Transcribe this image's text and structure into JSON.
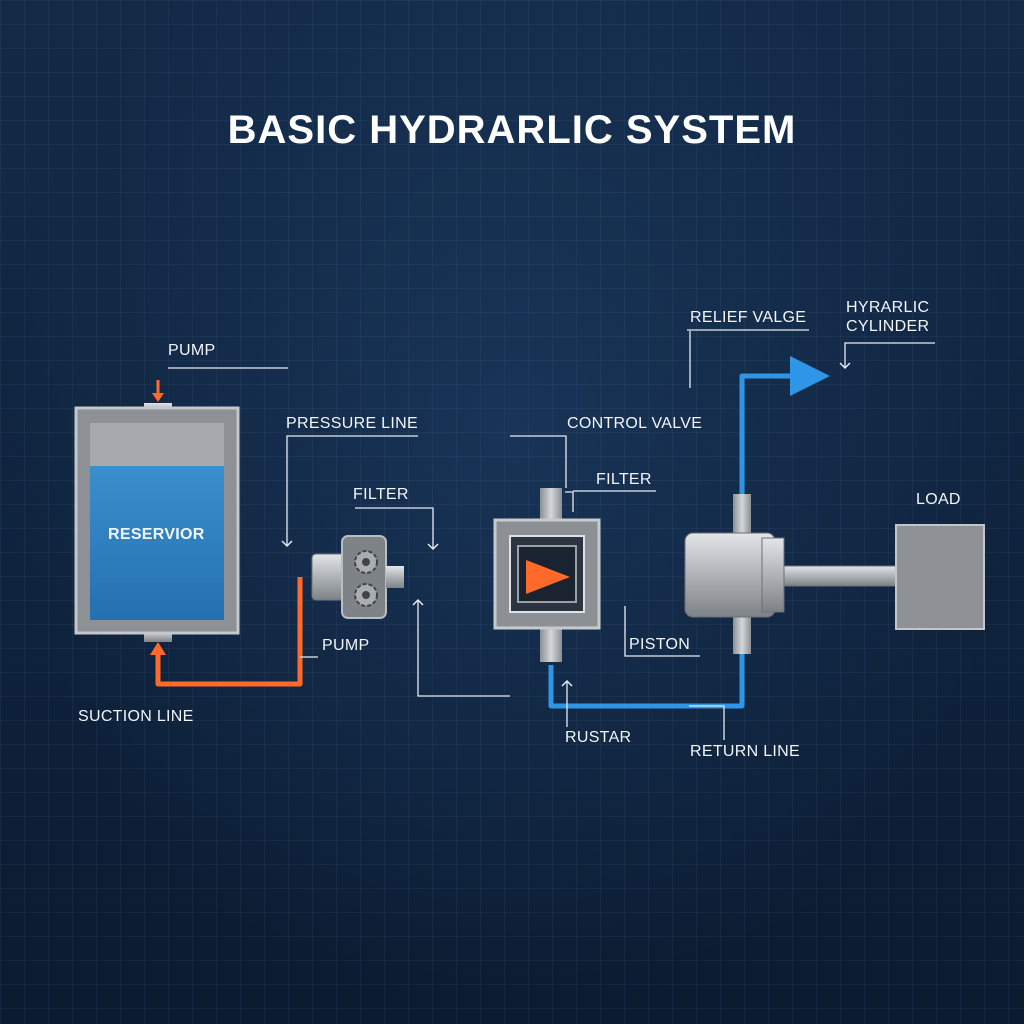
{
  "title": "BASIC HYDRARLIC SYSTEM",
  "labels": {
    "pump_top": "PUMP",
    "reservoir": "RESERVIOR",
    "pressure_line": "PRESSURE LINE",
    "filter_left": "FILTER",
    "control_valve": "CONTROL VALVE",
    "filter_right": "FILTER",
    "relief_valve": "RELIEF VALGE",
    "hydraulic_cylinder": "HYRARLIC\nCYLINDER",
    "load": "LOAD",
    "pump_bottom": "PUMP",
    "suction_line": "SUCTION LINE",
    "piston": "PISTON",
    "rustar": "RUSTAR",
    "return_line": "RETURN LINE"
  },
  "colors": {
    "pressure_flow": "#ff6a2b",
    "return_flow": "#2f95e6",
    "fluid": "#2e86c9",
    "steel": "#b9bcc0",
    "leader_line": "#e6ebf2"
  }
}
